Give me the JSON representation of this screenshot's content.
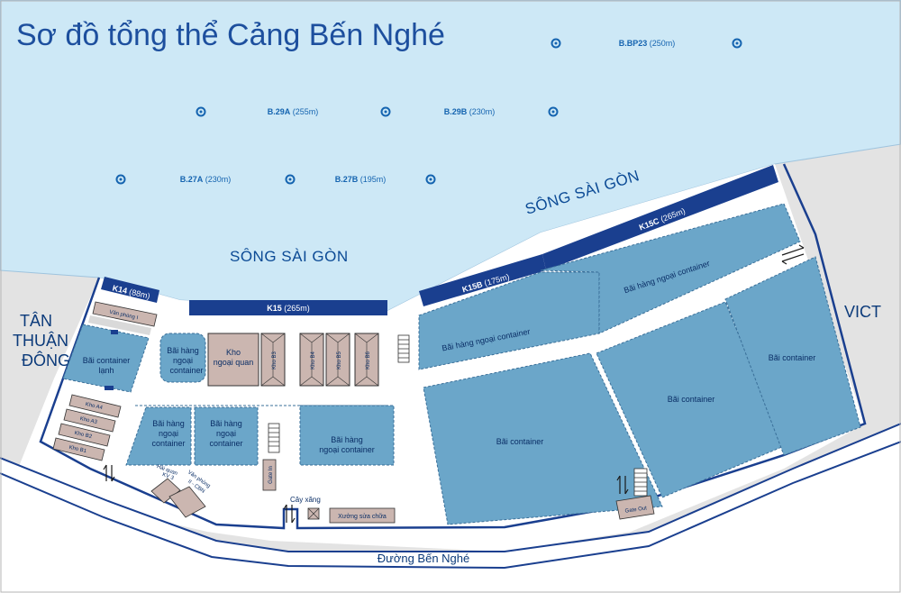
{
  "title": "Sơ đồ tổng thể Cảng Bến Nghé",
  "river_labels": [
    "SÔNG SÀI GÒN",
    "SÔNG SÀI GÒN"
  ],
  "sides": {
    "left": [
      "TÂN",
      "THUẬN",
      "ĐÔNG"
    ],
    "right": "VICT"
  },
  "road_label": "Đường Bến Nghé",
  "mooring_berths": [
    {
      "code": "B.BP23",
      "length": "(250m)"
    },
    {
      "code": "B.29A",
      "length": "(255m)"
    },
    {
      "code": "B.29B",
      "length": "(230m)"
    },
    {
      "code": "B.27A",
      "length": "(230m)"
    },
    {
      "code": "B.27B",
      "length": "(195m)"
    }
  ],
  "quays": [
    {
      "code": "K14",
      "length": "(88m)"
    },
    {
      "code": "K15",
      "length": "(265m)"
    },
    {
      "code": "K15B",
      "length": "(175m)"
    },
    {
      "code": "K15C",
      "length": "(265m)"
    }
  ],
  "yards": {
    "reefer": [
      "Bãi container",
      "lạnh"
    ],
    "bonded_yard": [
      "Bãi hàng",
      "ngoại",
      "container"
    ],
    "bonded_warehouse": [
      "Kho",
      "ngoại quan"
    ],
    "yard_mid_1": [
      "Bãi hàng",
      "ngoại",
      "container"
    ],
    "yard_mid_2": [
      "Bãi hàng",
      "ngoại",
      "container"
    ],
    "yard_mid_3": [
      "Bãi hàng",
      "ngoại container"
    ],
    "strip_1": "Bãi hàng ngoại container",
    "strip_2": "Bãi hàng ngoại container",
    "container_yards": [
      "Bãi container",
      "Bãi container",
      "Bãi container"
    ]
  },
  "warehouses": [
    "Kho B3",
    "Kho B4",
    "Kho B5",
    "Kho B6"
  ],
  "small_warehouses": [
    "Kho A4",
    "Kho A3",
    "Kho B2",
    "Kho B1"
  ],
  "buildings": {
    "office_1": "Văn phòng I",
    "customs": [
      "Hải quan",
      "KV 3"
    ],
    "office_2": [
      "Văn phòng",
      "II - CBN"
    ],
    "fuel": "Cây xăng",
    "workshop": "Xưởng sửa chữa",
    "gate_in": "Gate In",
    "gate_out": "Gate Out"
  },
  "colors": {
    "river": "#cde8f6",
    "land": "#e3e3e3",
    "yard": "#6ba6c9",
    "quay": "#1a3f8f",
    "building": "#cbb6b0",
    "road": "#ffffff",
    "boundary": "#1a3f8f"
  }
}
